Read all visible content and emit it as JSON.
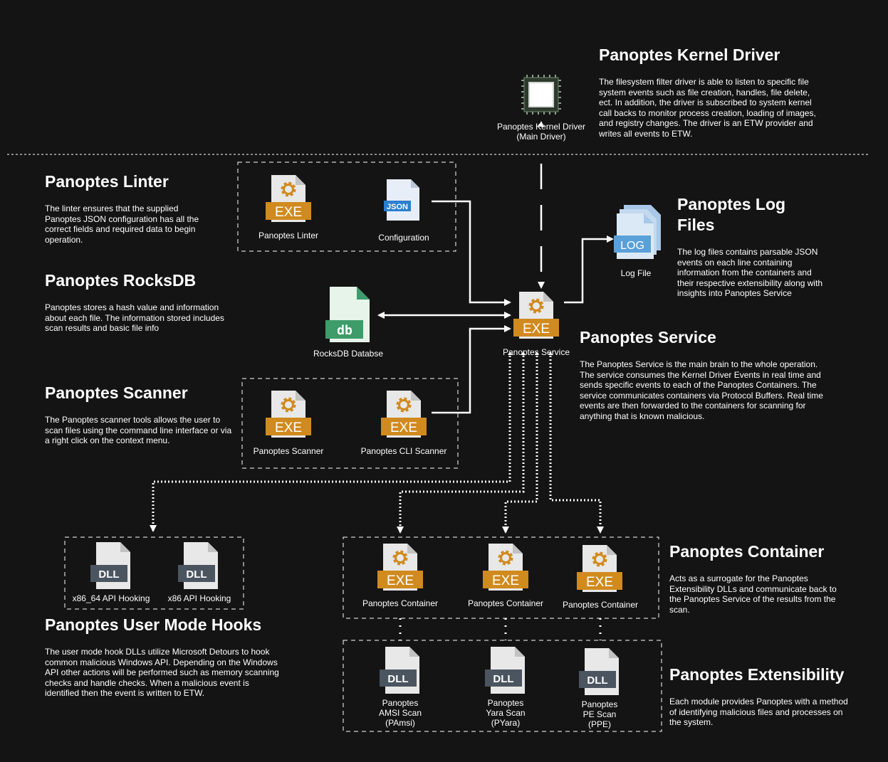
{
  "kernel": {
    "title": "Panoptes Kernel Driver",
    "body": "The filesystem filter driver is able to listen to specific file system events such as file creation, handles, file delete, ect. In addition, the driver is subscribed to system kernel call backs to monitor process creation, loading of images, and registry changes. The driver is an ETW provider and writes all events to ETW.",
    "icon_label_1": "Panoptes Kernel Driver",
    "icon_label_2": "(Main Driver)"
  },
  "linter": {
    "title": "Panoptes Linter",
    "body": "The linter ensures that the supplied Panoptes JSON configuration has all the correct fields and required data to begin operation.",
    "exe_label": "Panoptes Linter",
    "config_label": "Configuration"
  },
  "rocksdb": {
    "title": "Panoptes RocksDB",
    "body": "Panoptes stores a hash value and information about each file. The information stored includes scan results and basic file info",
    "icon_label": "RocksDB Databse"
  },
  "scanner": {
    "title": "Panoptes Scanner",
    "body": "The Panoptes scanner tools allows the user to scan files using the command line interface or via a right click on the context menu.",
    "scanner_label": "Panoptes Scanner",
    "cli_label": "Panoptes CLI Scanner"
  },
  "logfiles": {
    "title_1": "Panoptes Log",
    "title_2": "Files",
    "body": "The log files contains parsable JSON events on each line containing information from the containers and their respective extensibility along with insights into Panoptes Service",
    "icon_label": "Log File"
  },
  "service": {
    "title": "Panoptes Service",
    "body": "The Panoptes Service is the main brain to the whole operation. The service consumes the Kernel Driver Events in real time and sends specific events to each of the Panoptes Containers. The service communicates containers via Protocol Buffers. Real time events are then forwarded to the containers for scanning for anything that is known malicious.",
    "icon_label": "Panoptes Service"
  },
  "hooks": {
    "title": "Panoptes User Mode Hooks",
    "body": "The user mode hook DLLs utilize Microsoft Detours to hook common malicious Windows API. Depending on the Windows API other actions will be performed such as memory scanning checks and handle checks. When a malicious event is identified then the event is written to ETW.",
    "dll1_label": "x86_64 API Hooking",
    "dll2_label": "x86 API Hooking"
  },
  "container": {
    "title": "Panoptes Container",
    "body": "Acts as a surrogate for the Panoptes Extensibility DLLs and communicate back to the Panoptes Service of the results from the scan.",
    "c1_label": "Panoptes Container",
    "c2_label": "Panoptes Container",
    "c3_label": "Panoptes Container"
  },
  "extensibility": {
    "title": "Panoptes Extensibility",
    "body": "Each module provides Panoptes with a method of identifying malicious files and processes on the system.",
    "e1": [
      "Panoptes",
      "AMSI Scan",
      "(PAmsi)"
    ],
    "e2": [
      "Panoptes",
      "Yara Scan",
      "(PYara)"
    ],
    "e3": [
      "Panoptes",
      "PE Scan",
      "(PPE)"
    ]
  },
  "icon_text": {
    "exe": "EXE",
    "dll": "DLL",
    "json": "JSON",
    "log": "LOG",
    "db": "db"
  },
  "colors": {
    "background": "#141414",
    "exe_orange": "#d08a1e",
    "dll_slate": "#4b5560",
    "json_blue": "#2a7fd1",
    "log_blue": "#5aa0d8",
    "db_green": "#3d9c6a"
  }
}
